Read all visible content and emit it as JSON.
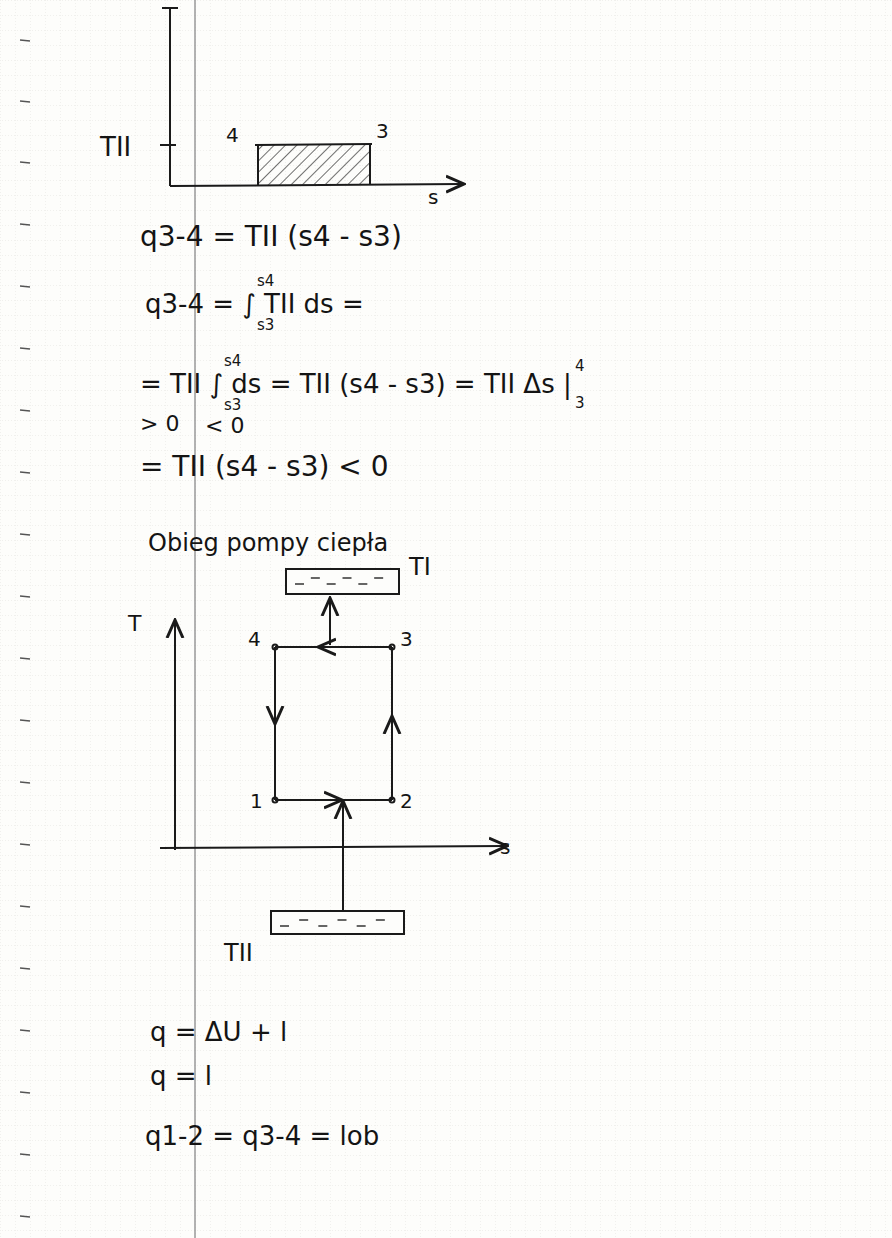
{
  "diagram": {
    "nodes": [
      {
        "text": [
          "TI"
        ]
      },
      {
        "text": [
          "TII"
        ]
      }
    ],
    "labels": [
      "TII",
      "4",
      "3",
      "s",
      "q3-4 = TII (s4 - s3)",
      "q3-4 = ∫ TII ds =",
      "s4",
      "s3",
      "= TII ∫ ds = TII (s4 - s3) = TII Δs |",
      "s4",
      "s3",
      "4",
      "3",
      "> 0",
      "< 0",
      "= TII (s4 - s3) < 0",
      "Obieg pompy ciepła",
      "T",
      "4",
      "3",
      "1",
      "2",
      "s",
      "q = ΔU + l",
      "q = l",
      "q1-2 = q3-4 = lob"
    ]
  }
}
